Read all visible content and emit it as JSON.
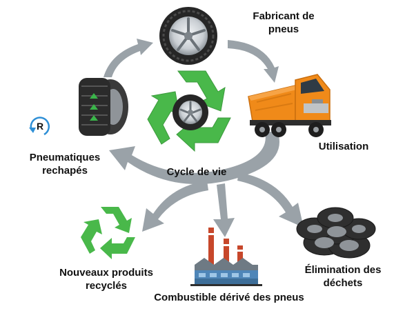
{
  "labels": {
    "manufacturer": "Fabricant de\npneus",
    "usage": "Utilisation",
    "retreaded": "Pneumatiques\nrechapés",
    "cycle": "Cycle de vie",
    "recycled": "Nouveaux produits\nrecyclés",
    "fuel": "Combustible dérivé des pneus",
    "disposal": "Élimination des\ndéchets"
  },
  "badge": {
    "letter": "R"
  },
  "colors": {
    "arrow": "#9aa2a8",
    "recycle_green": "#49b84a",
    "truck_orange": "#f08a19",
    "tire_dark": "#2a2a2a",
    "rim_silver": "#c9ced3",
    "badge_blue": "#2e8fd6",
    "factory_red": "#c7472b"
  }
}
